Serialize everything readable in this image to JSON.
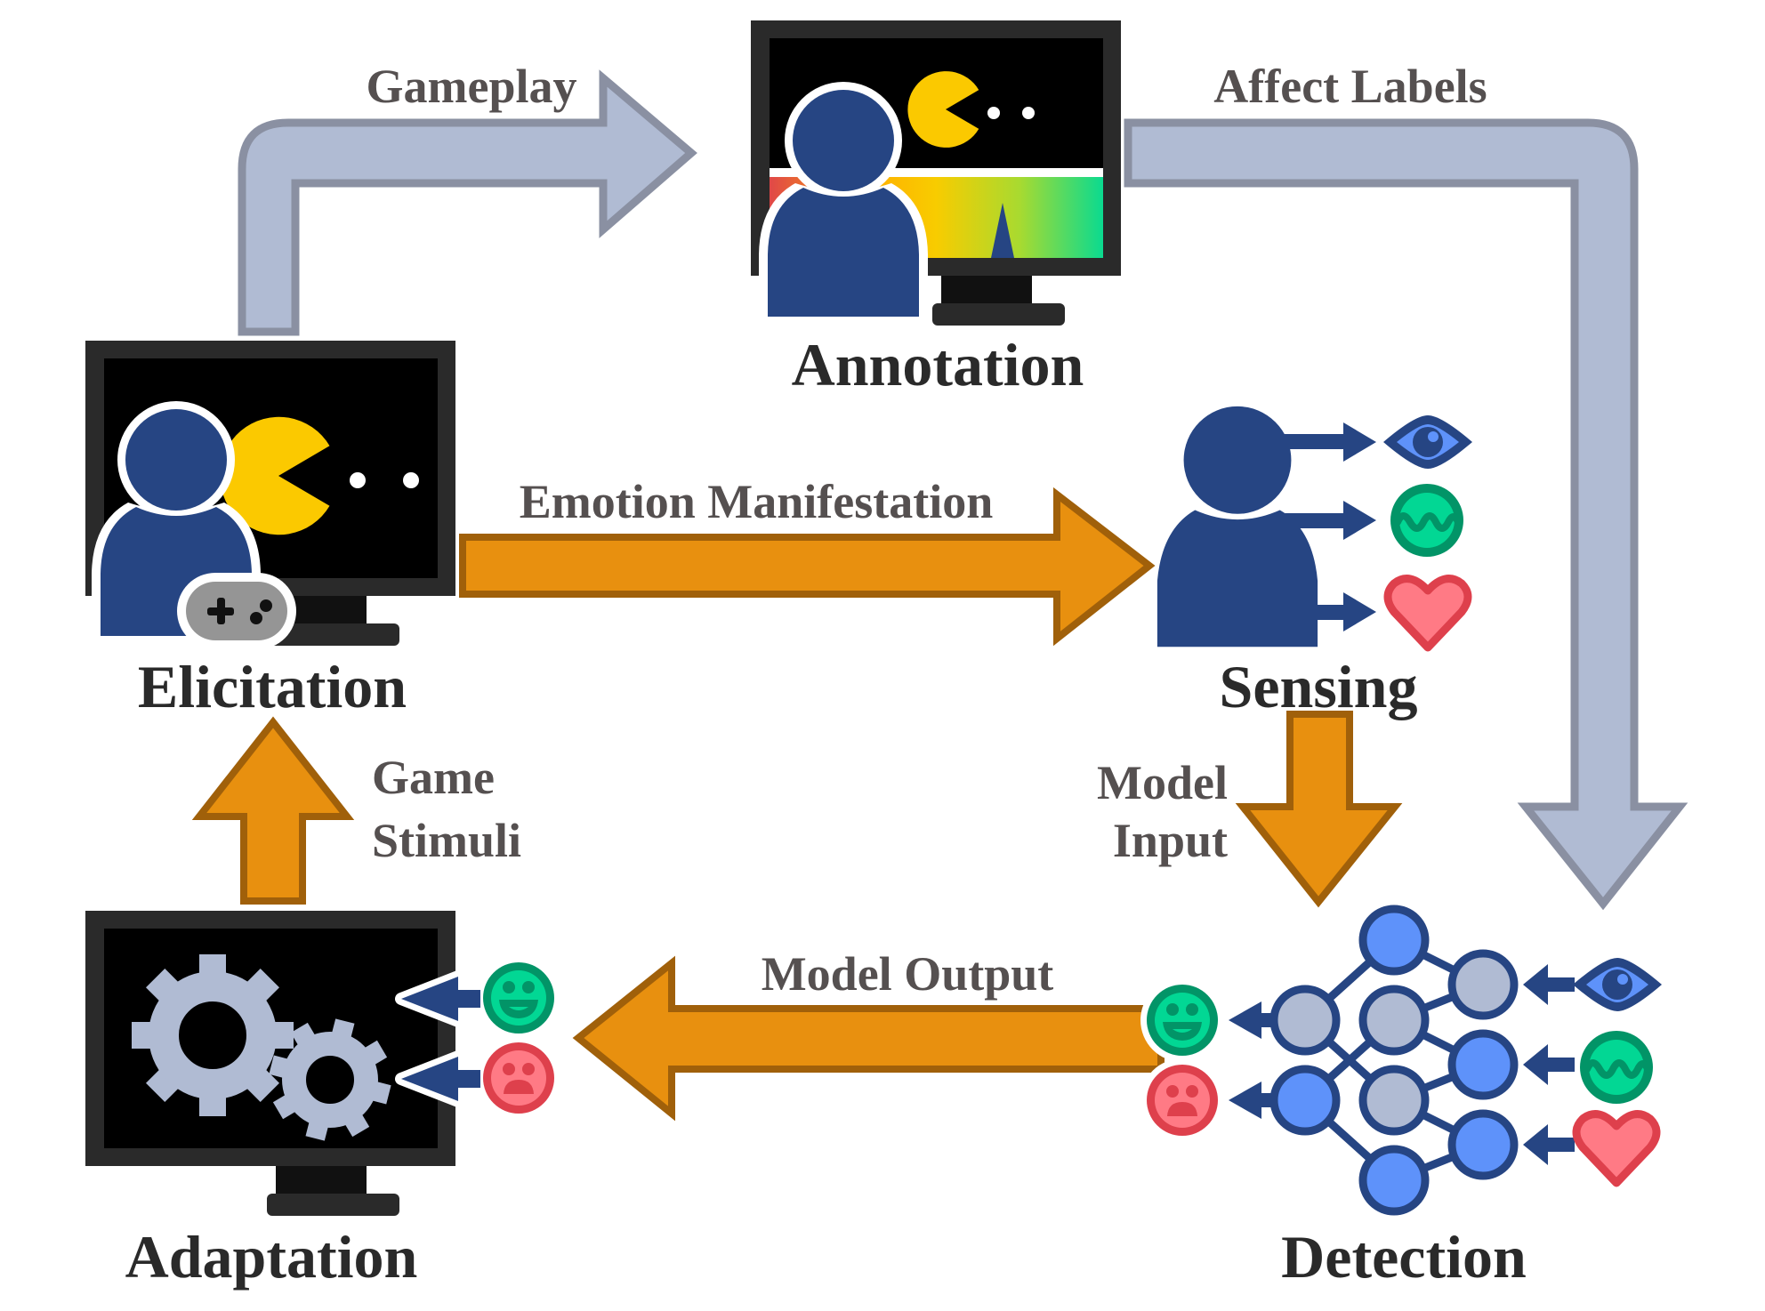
{
  "title": "Affective computing loop in games",
  "stages": {
    "annotation": "Annotation",
    "elicitation": "Elicitation",
    "sensing": "Sensing",
    "detection": "Detection",
    "adaptation": "Adaptation"
  },
  "flows": {
    "gameplay": "Gameplay",
    "affect_labels": "Affect Labels",
    "emotion_manifestation": "Emotion Manifestation",
    "model_input_line1": "Model",
    "model_input_line2": "Input",
    "model_output": "Model Output",
    "game_stimuli_line1": "Game",
    "game_stimuli_line2": "Stimuli"
  },
  "icons": {
    "person": "person-icon",
    "pacman": "pacman-icon",
    "gamepad": "gamepad-icon",
    "eye": "eye-icon",
    "signal": "signal-wave-icon",
    "heart": "heart-icon",
    "happy_face": "happy-face-icon",
    "sad_face": "sad-face-icon",
    "gears": "gears-icon",
    "neural_network": "neural-network-icon"
  },
  "colors": {
    "data_arrow_fill": "#B0BBD3",
    "data_arrow_stroke": "#8A90A2",
    "process_arrow_fill": "#E8900F",
    "process_arrow_stroke": "#A0600A",
    "person": "#264583",
    "node_active": "#5E92FA",
    "node_inactive": "#B0BBD3",
    "pacman": "#FBC900",
    "happy": "#02D794",
    "sad": "#FF7A85"
  },
  "annotation_trace_value": 0.73
}
